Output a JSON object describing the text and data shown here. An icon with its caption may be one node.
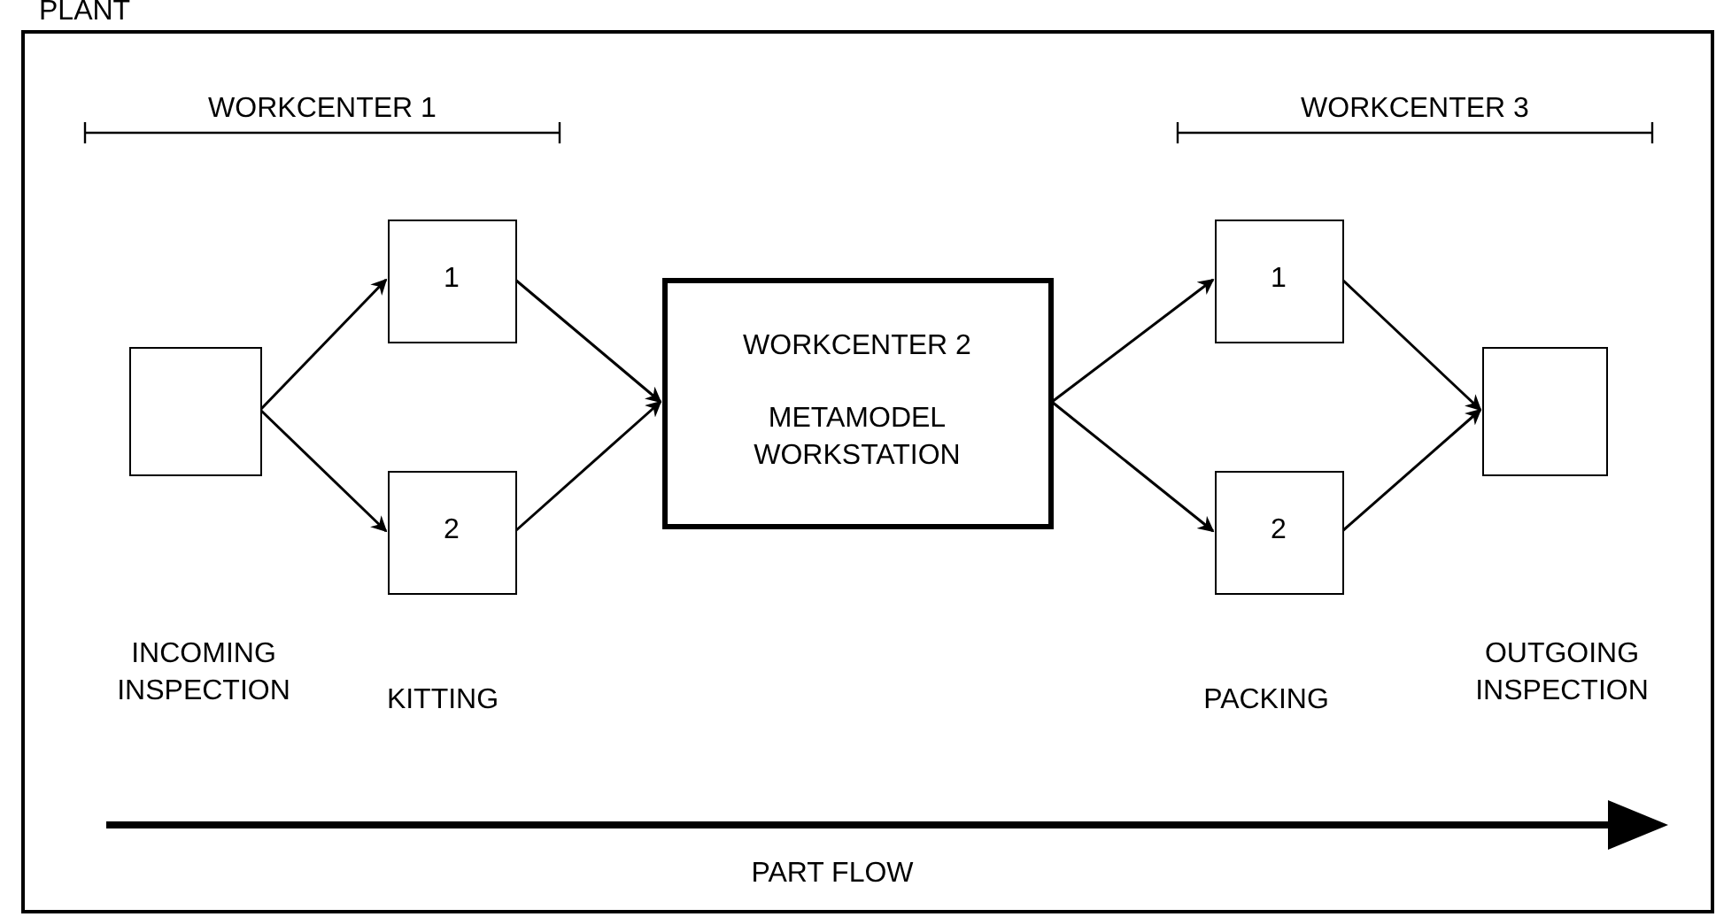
{
  "diagram": {
    "nodes": [
      {
        "text": [
          "PLANT"
        ]
      },
      {
        "text": [],
        "shape": "box",
        "in": 0
      },
      {
        "text": [
          "1"
        ],
        "in": 0
      },
      {
        "text": [
          "2"
        ],
        "in": 0
      },
      {
        "text": [
          "WORKCENTER 2",
          "METAMODEL WORKSTATION"
        ],
        "in": 0
      },
      {
        "text": [
          "1"
        ],
        "in": 0
      },
      {
        "text": [
          "2"
        ],
        "in": 0
      },
      {
        "text": [],
        "shape": "box",
        "in": 0
      }
    ],
    "edges": [
      {
        "from": 1,
        "to": 2,
        "arrow": "to"
      },
      {
        "from": 1,
        "to": 3,
        "arrow": "to"
      },
      {
        "from": 2,
        "to": 4,
        "arrow": "to"
      },
      {
        "from": 3,
        "to": 4,
        "arrow": "to"
      },
      {
        "from": 4,
        "to": 5,
        "arrow": "to"
      },
      {
        "from": 4,
        "to": 6,
        "arrow": "to"
      },
      {
        "from": 5,
        "to": 7,
        "arrow": "to"
      },
      {
        "from": 6,
        "to": 7,
        "arrow": "to"
      }
    ],
    "labels": [
      "WORKCENTER 1",
      "WORKCENTER 3",
      "INCOMING INSPECTION",
      "KITTING",
      "PACKING",
      "OUTGOING INSPECTION",
      "PART FLOW"
    ]
  }
}
